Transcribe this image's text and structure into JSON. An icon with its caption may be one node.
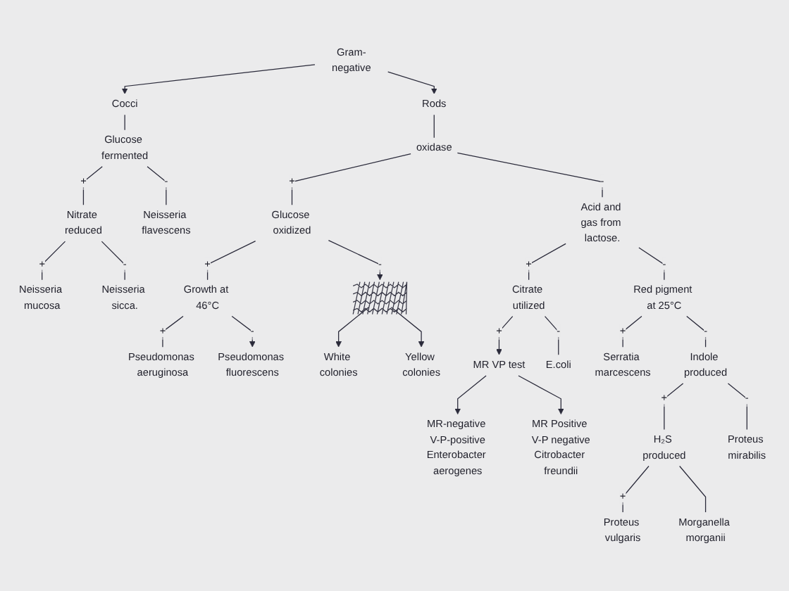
{
  "diagram": {
    "nodes": [
      {
        "text": [
          "Gram-negative"
        ]
      },
      {
        "text": [
          "Cocci"
        ]
      },
      {
        "text": [
          "Rods"
        ]
      },
      {
        "text": [
          "Glucose fermented"
        ]
      },
      {
        "text": [
          "Nitrate reduced"
        ]
      },
      {
        "text": [
          "Neisseria flavescens"
        ]
      },
      {
        "text": [
          "Neisseria mucosa"
        ]
      },
      {
        "text": [
          "Neisseria sicca."
        ]
      },
      {
        "text": [
          "oxidase"
        ]
      },
      {
        "text": [
          "Glucose oxidized"
        ]
      },
      {
        "text": [
          "Acid and gas from lactose."
        ]
      },
      {
        "text": [
          "Growth at 46°C"
        ]
      },
      {
        "text": [
          "Pseudomonas aeruginosa"
        ]
      },
      {
        "text": [
          "Pseudomonas fluorescens"
        ]
      },
      {
        "text": [],
        "shape": "picture"
      },
      {
        "text": [
          "White colonies"
        ]
      },
      {
        "text": [
          "Yellow colonies"
        ]
      },
      {
        "text": [
          "Citrate utilized"
        ]
      },
      {
        "text": [
          "Red pigment at 25°C"
        ]
      },
      {
        "text": [
          "Serratia marcescens"
        ]
      },
      {
        "text": [
          "Indole produced"
        ]
      },
      {
        "text": [
          "E.coli"
        ]
      },
      {
        "text": [
          "MR VP test"
        ]
      },
      {
        "text": [
          "MR-negative V-P-positive",
          "Enterobacter aerogenes"
        ]
      },
      {
        "text": [
          "MR Positive V-P negative",
          "Citrobacter freundii"
        ]
      },
      {
        "text": [
          "H₂S produced"
        ]
      },
      {
        "text": [
          "Proteus mirabilis"
        ]
      },
      {
        "text": [
          "Proteus vulgaris"
        ]
      },
      {
        "text": [
          "Morganella morganii"
        ]
      }
    ],
    "edges": [
      {
        "from": 0,
        "to": 1,
        "arrow": "to"
      },
      {
        "from": 0,
        "to": 2,
        "arrow": "to"
      },
      {
        "from": 1,
        "to": 3,
        "arrow": "none"
      },
      {
        "from": 3,
        "to": 4,
        "arrow": "none",
        "label": "+"
      },
      {
        "from": 3,
        "to": 5,
        "arrow": "none",
        "label": "-"
      },
      {
        "from": 4,
        "to": 6,
        "arrow": "none",
        "label": "+"
      },
      {
        "from": 4,
        "to": 7,
        "arrow": "none",
        "label": "-"
      },
      {
        "from": 2,
        "to": 8,
        "arrow": "none"
      },
      {
        "from": 8,
        "to": 9,
        "arrow": "none",
        "label": "+"
      },
      {
        "from": 8,
        "to": 10,
        "arrow": "none",
        "label": "-"
      },
      {
        "from": 9,
        "to": 11,
        "arrow": "none",
        "label": "+"
      },
      {
        "from": 9,
        "to": 14,
        "arrow": "to",
        "label": "-"
      },
      {
        "from": 11,
        "to": 12,
        "arrow": "none",
        "label": "+"
      },
      {
        "from": 11,
        "to": 13,
        "arrow": "to",
        "label": "-"
      },
      {
        "from": 14,
        "to": 15,
        "arrow": "to"
      },
      {
        "from": 14,
        "to": 16,
        "arrow": "to"
      },
      {
        "from": 10,
        "to": 17,
        "arrow": "none",
        "label": "+"
      },
      {
        "from": 10,
        "to": 18,
        "arrow": "none",
        "label": "-"
      },
      {
        "from": 17,
        "to": 22,
        "arrow": "to",
        "label": "+"
      },
      {
        "from": 17,
        "to": 21,
        "arrow": "none",
        "label": "-"
      },
      {
        "from": 22,
        "to": 23,
        "arrow": "to"
      },
      {
        "from": 22,
        "to": 24,
        "arrow": "to"
      },
      {
        "from": 18,
        "to": 19,
        "arrow": "none",
        "label": "+"
      },
      {
        "from": 18,
        "to": 20,
        "arrow": "none",
        "label": "-"
      },
      {
        "from": 20,
        "to": 25,
        "arrow": "none",
        "label": "+"
      },
      {
        "from": 20,
        "to": 26,
        "arrow": "none",
        "label": "-"
      },
      {
        "from": 25,
        "to": 27,
        "arrow": "none",
        "label": "+"
      },
      {
        "from": 25,
        "to": 28,
        "arrow": "none"
      }
    ]
  }
}
